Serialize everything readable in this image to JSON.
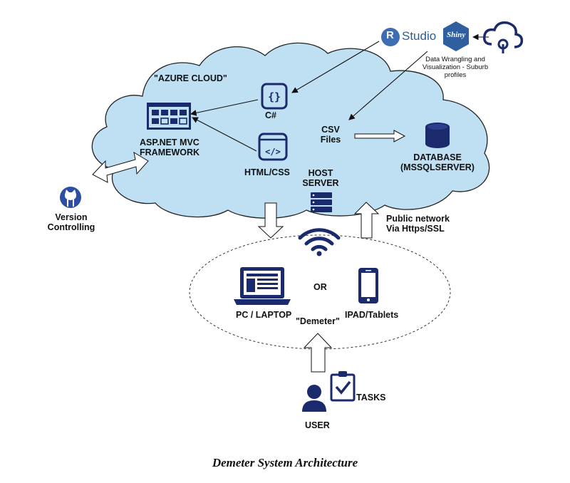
{
  "diagram": {
    "cloud_label": "\"AZURE CLOUD\"",
    "rstudio": {
      "r_letter": "R",
      "studio": "Studio",
      "shiny": "Shiny"
    },
    "data_wrangling_note": [
      "Data Wrangling and",
      "Visualization - Suburb",
      "profiles"
    ],
    "csharp": "C#",
    "aspnet": [
      "ASP.NET MVC",
      "FRAMEWORK"
    ],
    "htmlcss": "HTML/CSS",
    "csv": [
      "CSV",
      "Files"
    ],
    "database": [
      "DATABASE",
      "(MSSQLSERVER)"
    ],
    "host_server": [
      "HOST",
      "SERVER"
    ],
    "version_control": [
      "Version",
      "Controlling"
    ],
    "public_network": [
      "Public network",
      "Via Https/SSL"
    ],
    "pc_laptop": "PC / LAPTOP",
    "or": "OR",
    "demeter": "\"Demeter\"",
    "ipad": "IPAD/Tablets",
    "tasks": "TASKS",
    "user": "USER",
    "caption": "Demeter System Architecture",
    "colors": {
      "cloud_fill": "#bfe0f3",
      "icon_navy": "#1a2a6c",
      "outline": "#222222"
    },
    "icons": [
      "github-icon",
      "wifi-icon",
      "laptop-icon",
      "tablet-icon",
      "user-icon",
      "clipboard-check-icon",
      "database-icon",
      "server-icon",
      "code-braces-icon",
      "code-slash-icon",
      "browser-window-icon",
      "cloud-sync-icon",
      "r-logo-icon",
      "shiny-logo-icon"
    ]
  }
}
